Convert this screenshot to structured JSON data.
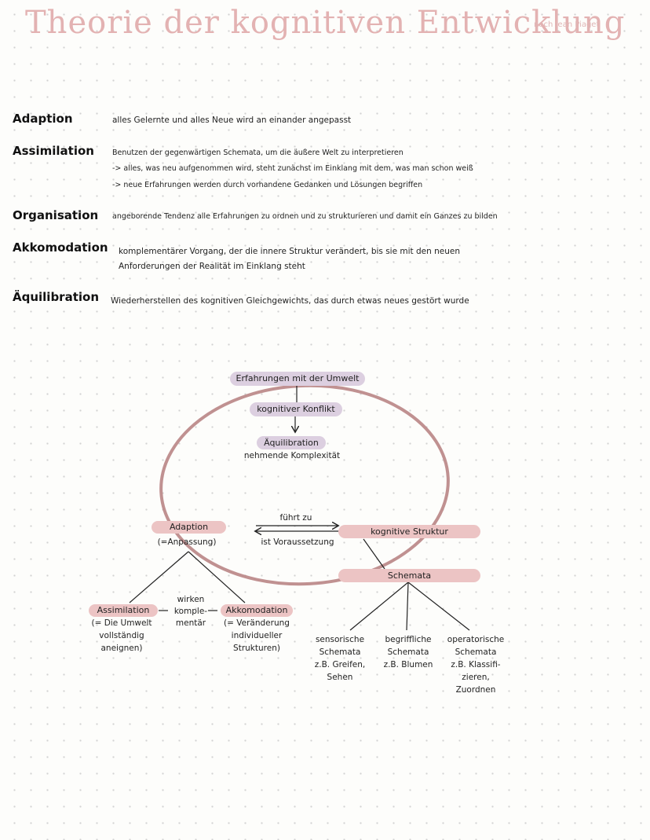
{
  "header": {
    "title": "Theorie der kognitiven Entwicklung",
    "subtitle": "nach Jean Piaget"
  },
  "definitions": {
    "adaption": {
      "term": "Adaption",
      "text": "alles Gelernte und alles Neue wird an einander angepasst"
    },
    "assimilation": {
      "term": "Assimilation",
      "line1": "Benutzen der gegenwärtigen Schemata, um die äußere Welt zu interpretieren",
      "line2": "-> alles, was neu aufgenommen wird, steht zunächst im Einklang mit dem, was man schon weiß",
      "line3": "-> neue Erfahrungen werden durch vorhandene Gedanken und Lösungen begriffen"
    },
    "organisation": {
      "term": "Organisation",
      "text": "angeborende Tendenz alle Erfahrungen zu ordnen und zu strukturieren und damit ein Ganzes zu bilden"
    },
    "akkomodation": {
      "term": "Akkomodation",
      "line1": "komplementärer Vorgang, der die innere Struktur verändert, bis sie mit den neuen",
      "line2": "Anforderungen der Realität im Einklang steht"
    },
    "aequilibration": {
      "term": "Äquilibration",
      "text": "Wiederherstellen des kognitiven Gleichgewichts, das durch etwas neues gestört wurde"
    }
  },
  "diagram": {
    "top_label": "Erfahrungen mit der Umwelt",
    "conflict": "kognitiver Konflikt",
    "aequilibration": "Äquilibration",
    "aequilibration_sub": "nehmende Komplexität",
    "adaption": "Adaption",
    "adaption_sub": "(=Anpassung)",
    "arrow_top": "führt zu",
    "arrow_bottom": "ist Voraussetzung",
    "cognitive_structure": "kognitive Struktur",
    "schemata": "Schemata",
    "assimilation": "Assimilation",
    "assimilation_sub": [
      "(= Die Umwelt",
      "vollständig",
      "aneignen)"
    ],
    "wirken": [
      "wirken",
      "komple-",
      "mentär"
    ],
    "akkomodation": "Akkomodation",
    "akkomodation_sub": [
      "(= Veränderung",
      "individueller",
      "Strukturen)"
    ],
    "schema_sensory": [
      "sensorische",
      "Schemata",
      "z.B. Greifen,",
      "Sehen"
    ],
    "schema_concept": [
      "begriffliche",
      "Schemata",
      "z.B. Blumen"
    ],
    "schema_operational": [
      "operatorische",
      "Schemata",
      "z.B. Klassifi-",
      "zieren,",
      "Zuordnen"
    ]
  },
  "colors": {
    "title": "#e3b2b2",
    "pill_pink": "#e6c6c6",
    "pill_purple": "#dccfe0",
    "ellipse": "#b98585"
  }
}
